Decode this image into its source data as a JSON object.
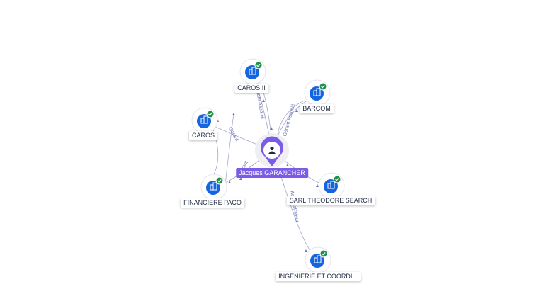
{
  "colors": {
    "edge": "#a7a9c9",
    "edge_label": "#6a70b0",
    "company_icon": "#1565e0",
    "check_badge": "#1f8f4a",
    "person_marker": "#7b5ce6"
  },
  "person": {
    "name": "Jacques GARANCHER",
    "icon": "user-icon"
  },
  "companies": [
    {
      "id": "caros2",
      "label": "CAROS II",
      "icon": "building-icon",
      "verified": true
    },
    {
      "id": "barcom",
      "label": "BARCOM",
      "icon": "building-icon",
      "verified": true
    },
    {
      "id": "caros",
      "label": "CAROS",
      "icon": "building-icon",
      "verified": true
    },
    {
      "id": "paco",
      "label": "FINANCIERE PACO",
      "icon": "building-icon",
      "verified": true
    },
    {
      "id": "sarl",
      "label": "SARL THEODORE SEARCH",
      "icon": "building-icon",
      "verified": true
    },
    {
      "id": "ingenierie",
      "label": "INGENIERIE ET COORDI...",
      "icon": "building-icon",
      "verified": true
    }
  ],
  "edge_labels": {
    "caros2": "Gérant Associé",
    "barcom": "Gérant Associé",
    "caros": "Gérant",
    "paco": "Gérant",
    "ingenierie": "Administrateur"
  }
}
